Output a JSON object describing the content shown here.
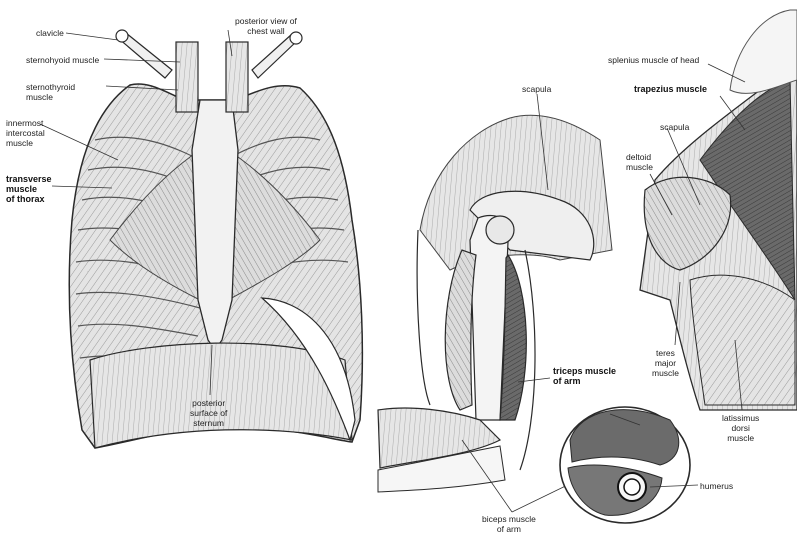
{
  "labels": {
    "clavicle": "clavicle",
    "posterior_view": "posterior view of\nchest wall",
    "sternohyoid": "sternohyoid muscle",
    "sternothyroid": "sternothyroid\nmuscle",
    "innermost_intercostal": "innermost\nintercostal\nmuscle",
    "transverse_thorax": "transverse\nmuscle\nof thorax",
    "posterior_sternum": "posterior\nsurface of\nsternum",
    "scapula_arm": "scapula",
    "splenius": "splenius muscle of head",
    "trapezius": "trapezius muscle",
    "scapula_back": "scapula",
    "deltoid": "deltoid\nmuscle",
    "teres_major": "teres\nmajor\nmuscle",
    "latissimus": "latissimus\ndorsi\nmuscle",
    "triceps": "triceps muscle\nof arm",
    "humerus": "humerus",
    "biceps": "biceps muscle\nof arm"
  },
  "colors": {
    "ink": "#2a2a2a",
    "muscle_fill": "#d9d9d9",
    "dark_muscle": "#5a5a5a",
    "section_fill": "#6b6b6b"
  }
}
